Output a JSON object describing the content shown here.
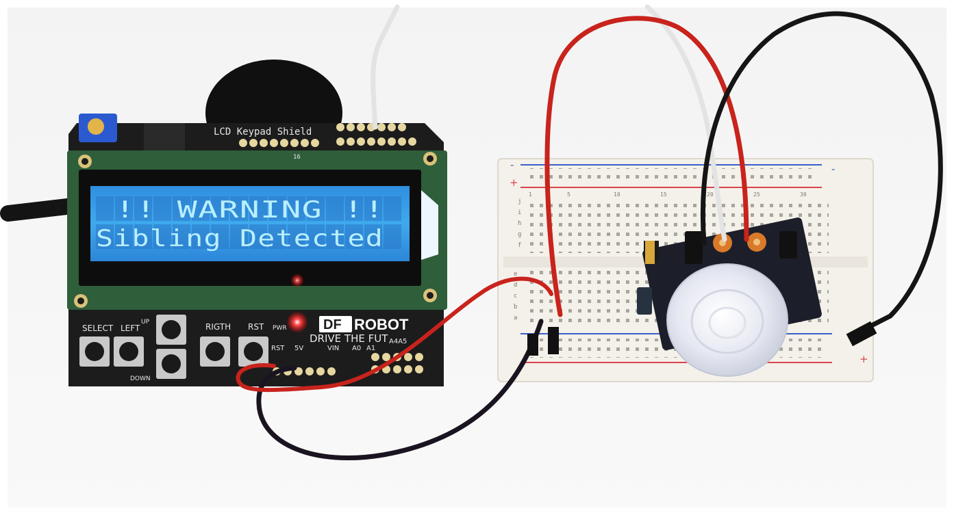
{
  "photo": {
    "subject": "arduino-lcd-pir-sensor"
  },
  "lcd": {
    "line1": "!! WARNING !!",
    "line2": "Sibling Detected",
    "backlight_color": "#3aa8e8"
  },
  "shield": {
    "title": "LCD Keypad Shield",
    "brand_df": "DF",
    "brand_robot": "ROBOT",
    "slogan": "DRIVE THE FUT",
    "pin_header_label": "16",
    "buttons": {
      "select": "SELECT",
      "left": "LEFT",
      "up": "UP",
      "down": "DOWN",
      "right": "RIGTH",
      "rst": "RST"
    },
    "power_labels": {
      "pwr": "PWR",
      "rst": "RST",
      "v5": "5V",
      "vin": "VIN",
      "a0": "A0",
      "a1": "A1",
      "a4a5": "A4A5"
    }
  },
  "breadboard": {
    "plus": "+",
    "minus": "-",
    "row_letters_top": [
      "j",
      "i",
      "h",
      "g",
      "f"
    ],
    "row_letters_bottom": [
      "e",
      "d",
      "c",
      "b",
      "a"
    ],
    "column_numbers": [
      "1",
      "5",
      "10",
      "15",
      "20",
      "25",
      "30"
    ]
  },
  "colors": {
    "pcb": "#1c1c1c",
    "pcb_green": "#2f5e3a",
    "wire_red": "#c8231c",
    "wire_black": "#151515",
    "wire_white": "#e3e3e3",
    "breadboard": "#f4f1ea",
    "rail_red": "#d8434a",
    "rail_blue": "#3a5fc8"
  }
}
